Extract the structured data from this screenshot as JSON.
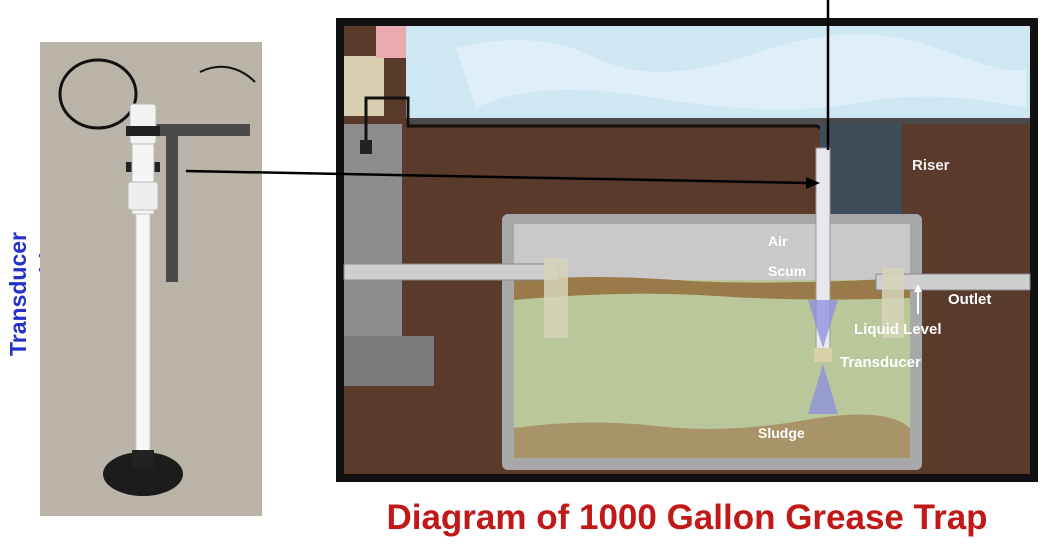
{
  "side_title": "Transducer Assembly",
  "caption": "Diagram of 1000 Gallon Grease Trap",
  "labels": {
    "riser": "Riser",
    "air": "Air",
    "scum": "Scum",
    "outlet": "Outlet",
    "liquid_level": "Liquid Level",
    "transducer": "Transducer",
    "sludge": "Sludge"
  },
  "colors": {
    "title_blue": "#2431c9",
    "caption_red": "#c11818",
    "soil": "#5a3a2a",
    "sky": "#cfe6f3",
    "concrete": "#9a9a9a",
    "liquid": "#b9c79a",
    "scum": "#9a7a48",
    "sludge": "#a89468"
  }
}
